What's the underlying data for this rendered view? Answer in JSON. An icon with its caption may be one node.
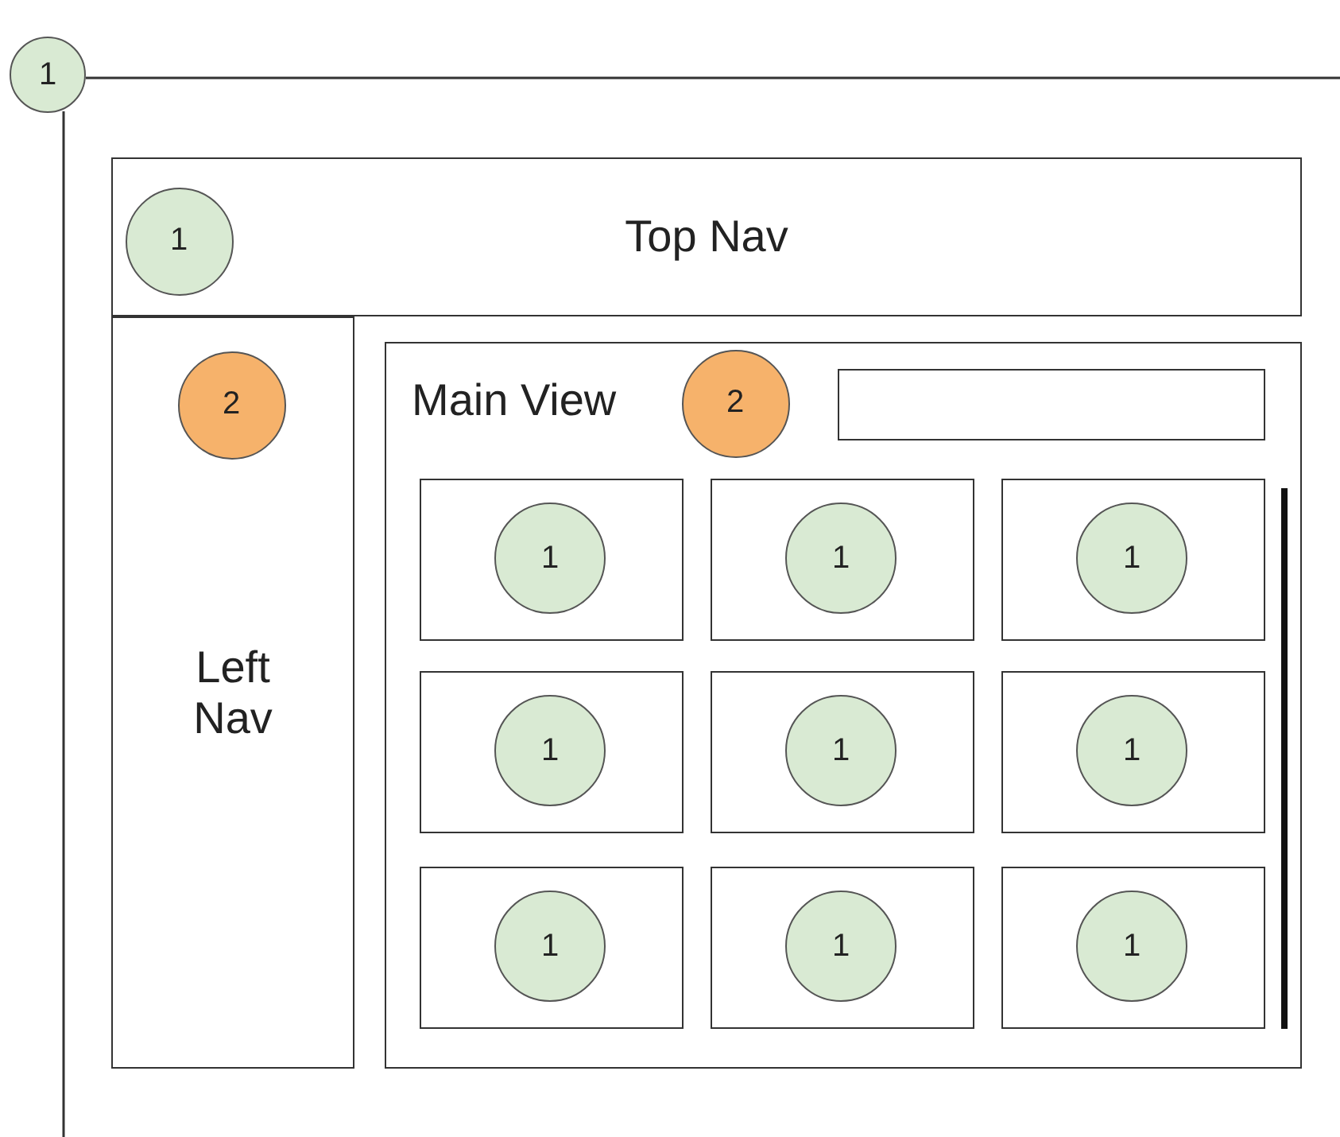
{
  "diagram": {
    "nodes": [
      {
        "text": [
          "1"
        ]
      },
      {
        "text": [
          "Top Nav"
        ]
      },
      {
        "text": [
          "1"
        ],
        "in": 1
      },
      {
        "text": [
          "Left Nav"
        ]
      },
      {
        "text": [
          "2"
        ],
        "in": 3
      },
      {
        "text": [
          "Main View"
        ]
      },
      {
        "text": [
          "2"
        ],
        "in": 5
      },
      {
        "text": [],
        "shape": "box",
        "in": 5
      },
      {
        "text": [],
        "shape": "box",
        "in": 5
      },
      {
        "text": [
          "1"
        ],
        "in": 8
      },
      {
        "text": [],
        "shape": "box",
        "in": 5
      },
      {
        "text": [
          "1"
        ],
        "in": 10
      },
      {
        "text": [],
        "shape": "box",
        "in": 5
      },
      {
        "text": [
          "1"
        ],
        "in": 12
      },
      {
        "text": [],
        "shape": "box",
        "in": 5
      },
      {
        "text": [
          "1"
        ],
        "in": 14
      },
      {
        "text": [],
        "shape": "box",
        "in": 5
      },
      {
        "text": [
          "1"
        ],
        "in": 16
      },
      {
        "text": [],
        "shape": "box",
        "in": 5
      },
      {
        "text": [
          "1"
        ],
        "in": 18
      },
      {
        "text": [],
        "shape": "box",
        "in": 5
      },
      {
        "text": [
          "1"
        ],
        "in": 20
      },
      {
        "text": [],
        "shape": "box",
        "in": 5
      },
      {
        "text": [
          "1"
        ],
        "in": 22
      },
      {
        "text": [],
        "shape": "box",
        "in": 5
      },
      {
        "text": [
          "1"
        ],
        "in": 24
      }
    ]
  }
}
